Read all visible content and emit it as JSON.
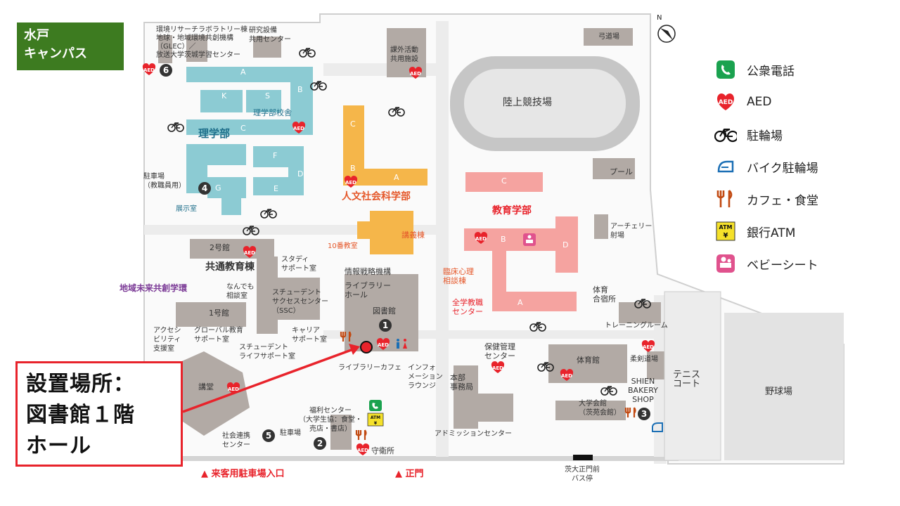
{
  "campus_name": "水戸\nキャンパス",
  "callout": "設置場所：\n図書館１階\nホール",
  "legend": [
    {
      "icon": "phone-icon",
      "label": "公衆電話"
    },
    {
      "icon": "aed-icon",
      "label": "AED"
    },
    {
      "icon": "bicycle-icon",
      "label": "駐輪場"
    },
    {
      "icon": "motorbike-icon",
      "label": "バイク駐輪場"
    },
    {
      "icon": "cafe-icon",
      "label": "カフェ・食堂"
    },
    {
      "icon": "atm-icon",
      "label": "銀行ATM"
    },
    {
      "icon": "baby-seat-icon",
      "label": "ベビーシート"
    }
  ],
  "icon_text": {
    "aed": "AED",
    "atm": "ATM",
    "yen": "¥",
    "compass_n": "N"
  },
  "markers": [
    "1",
    "2",
    "3",
    "4",
    "5",
    "6"
  ],
  "labels": {
    "env_research": "環境リサーチラボラトリー棟\n地球・地域環境共創機構\n（GLEC）／\n放送大学茨城学習センター",
    "research_equip": "研究設備\n共用センター",
    "archery_range": "弓道場",
    "extracurricular": "課外活動\n共用施設",
    "athletics_field": "陸上競技場",
    "science_faculty": "理学部",
    "science_building": "理学部校舎",
    "parking_staff": "駐車場\n（教職員用）",
    "exhibition_room": "展示室",
    "humanities": "人文社会科学部",
    "lecture_building": "講義棟",
    "room10": "10番教室",
    "education": "教育学部",
    "pool": "プール",
    "archery": "アーチェリー\n射場",
    "building2": "2号館",
    "common_edu": "共通教育棟",
    "study_support": "スタディ\nサポート室",
    "community_future": "地域未来共創学環",
    "consult_room": "なんでも\n相談室",
    "student_success": "スチューデント\nサクセスセンター\n（SSC）",
    "building1": "1号館",
    "accessibility": "アクセシ\nビリティ\n支援室",
    "global_edu": "グローバル教育\nサポート室",
    "career": "キャリア\nサポート室",
    "student_life": "スチューデント\nライフサポート室",
    "info_strategy": "情報戦略機構",
    "library_hall": "ライブラリー\nホール",
    "library": "図書館",
    "library_cafe": "ライブラリーカフェ",
    "info_lounge": "インフォ\nメーション\nラウンジ",
    "clinical_psych": "臨床心理\n相談棟",
    "all_faculty": "全学教職\nセンター",
    "health_center": "保健管理\nセンター",
    "admin_office": "本部\n事務局",
    "admission": "アドミッションセンター",
    "gym": "体育館",
    "gym_lodging": "体育\n合宿所",
    "training_room": "トレーニングルーム",
    "kendo": "柔剣道場",
    "bakery": "SHIEN\nBAKERY\nSHOP",
    "univ_hall": "大学会館\n（茨苑会館）",
    "tennis": "テニス\nコート",
    "baseball": "野球場",
    "auditorium": "講堂",
    "welfare": "福利センター\n（大学生協：食堂・\n売店・書店）",
    "community_coop": "社会連携\nセンター",
    "parking": "駐車場",
    "guard_house": "守衛所",
    "visitor_parking": "▲ 来客用駐車場入口",
    "main_gate": "▲ 正門",
    "bus_stop": "茨大正門前\nバス停",
    "bld_A": "A",
    "bld_B": "B",
    "bld_C": "C",
    "bld_D": "D",
    "bld_E": "E",
    "bld_F": "F",
    "bld_G": "G",
    "bld_K": "K",
    "bld_S": "S"
  },
  "colors": {
    "science": "#8ccbd3",
    "humanities": "#f5b64a",
    "education": "#f5a3a0",
    "building": "#b2aaa5",
    "road": "#d4d4d4",
    "red": "#e8232b",
    "orange_text": "#e5582b",
    "purple_text": "#7b3a96",
    "teal_text": "#1f6f8b",
    "badge": "#3d7b20"
  }
}
